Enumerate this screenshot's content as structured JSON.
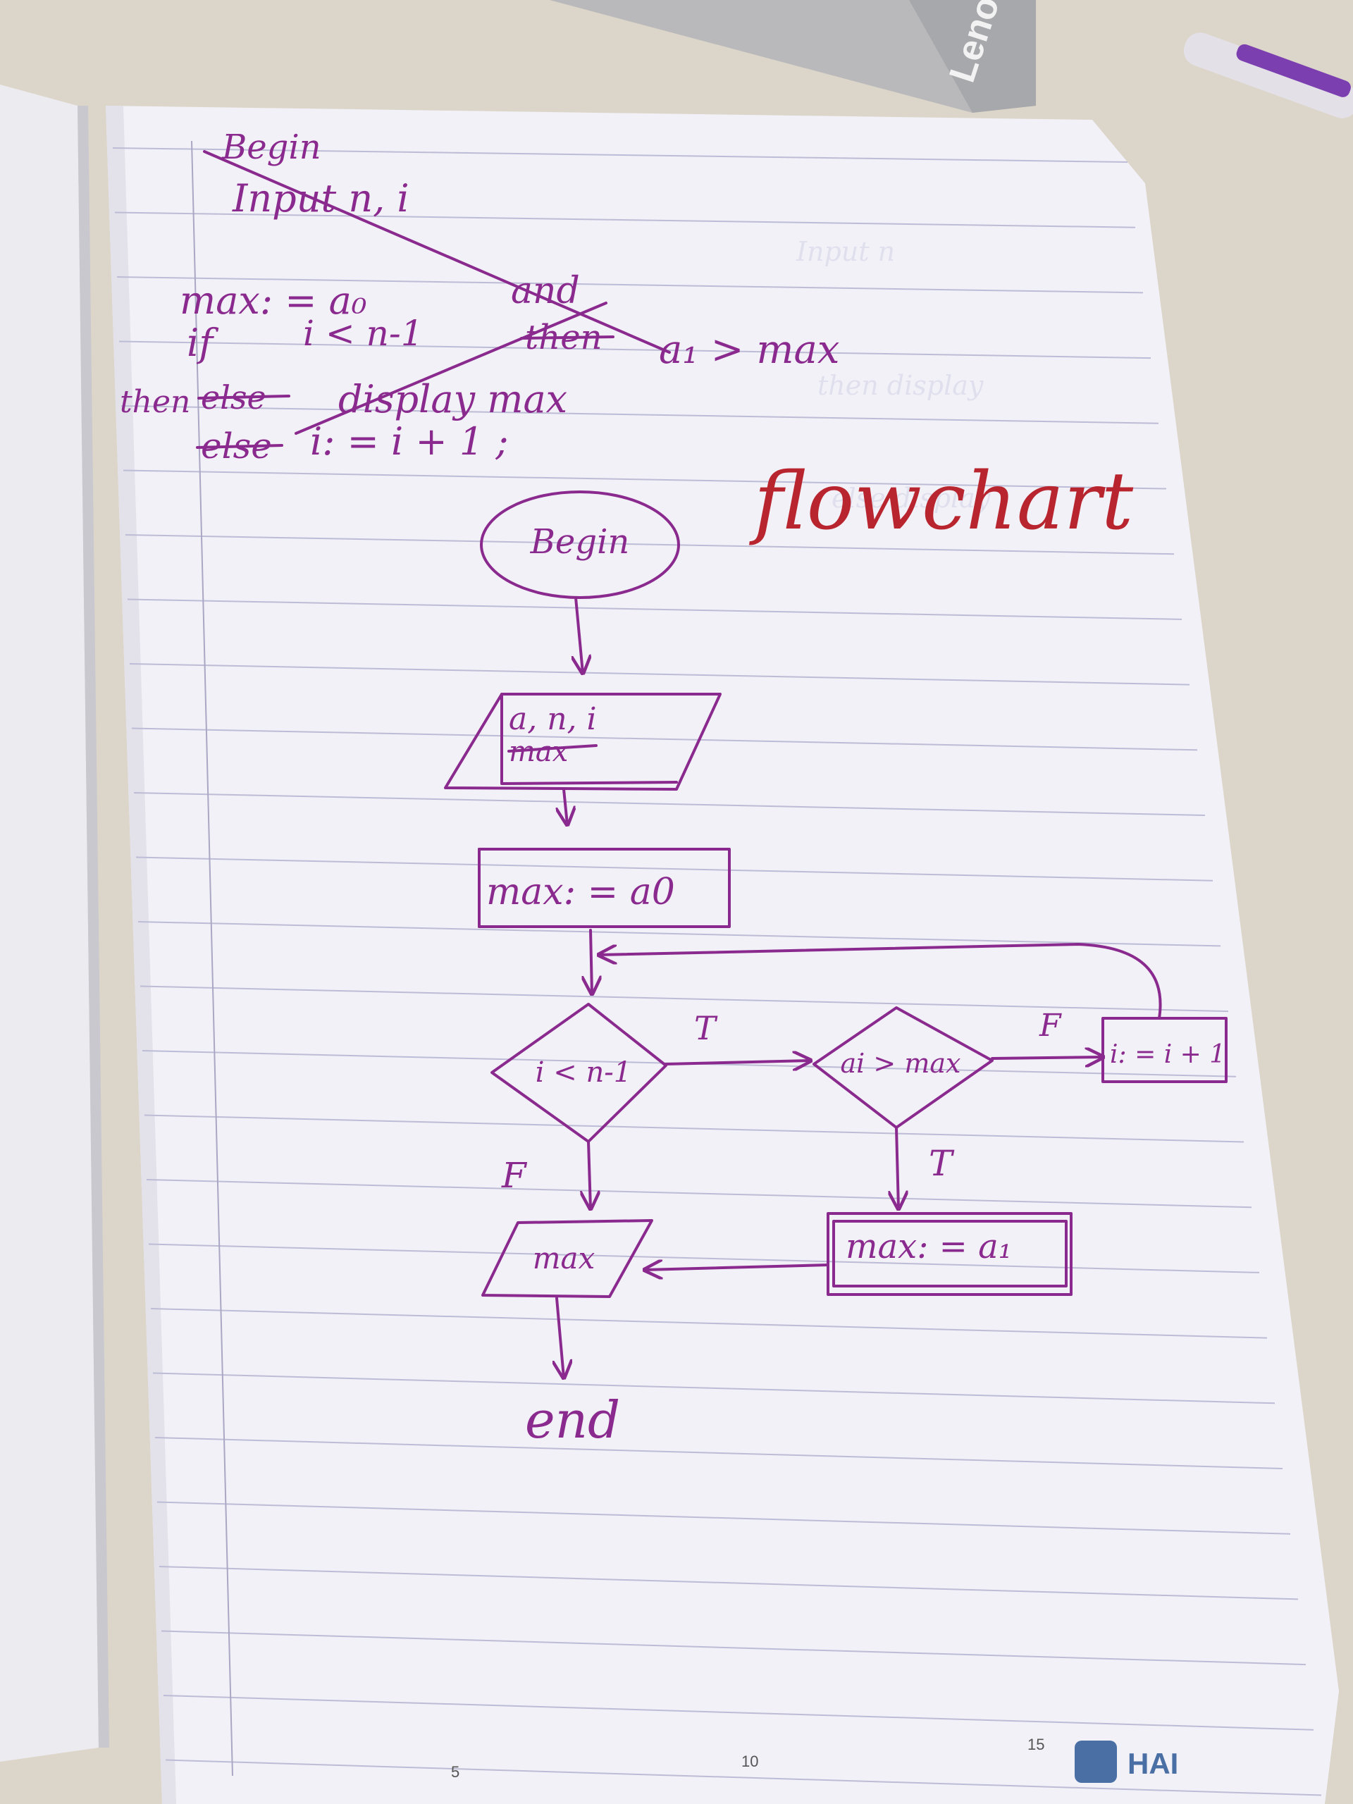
{
  "pseudocode": {
    "begin": "Begin",
    "input": "Input n, i",
    "line_max": "max: = a₀",
    "and_word": "and",
    "if_word": "if",
    "condition": "i < n-1",
    "then_struck": "then",
    "a1_cmp": "a₁ > max",
    "then_word": "then",
    "else_struck": "else",
    "display": "display max",
    "else_word": "else",
    "increment": "i: = i + 1 ;"
  },
  "heading": "flowchart",
  "flowchart": {
    "begin": "Begin",
    "input_line1": "a, n, i",
    "input_line2": "max",
    "init": "max: = a0",
    "cond1": "i < n-1",
    "cond2": "ai > max",
    "increment": "i: = i + 1",
    "assign": "max: = a₁",
    "output": "max",
    "end": "end",
    "label_true_1": "T",
    "label_false_1": "F",
    "label_false_2": "F",
    "label_true_2": "T"
  },
  "ruler": {
    "mark1": "5",
    "mark2": "10",
    "mark3": "15"
  },
  "laptop_brand": "Leno",
  "watermark": "HAI"
}
